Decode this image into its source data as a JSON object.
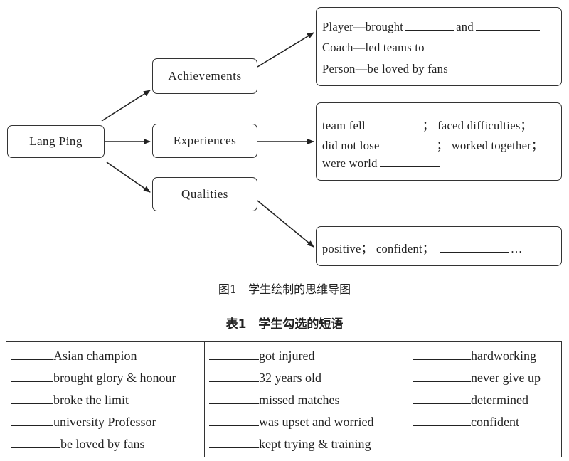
{
  "mind_map": {
    "root": "Lang Ping",
    "branches": [
      {
        "label": "Achievements"
      },
      {
        "label": "Experiences"
      },
      {
        "label": "Qualities"
      }
    ],
    "achievements_details": {
      "line1_a": "Player—brought",
      "line1_b": "and",
      "line2": "Coach—led teams to",
      "line3": "Person—be loved by fans"
    },
    "experiences_details": {
      "line1_a": "team fell",
      "line1_b": "； faced difficulties；",
      "line2_a": "did not lose",
      "line2_b": "； worked together；",
      "line3": "were world"
    },
    "qualities_details": {
      "line1_a": "positive； confident；",
      "line1_b": "…"
    }
  },
  "figure_caption": "图1　学生绘制的思维导图",
  "table_caption": "表1　学生勾选的短语",
  "phrase_table": {
    "col1": [
      "Asian champion",
      "brought glory & honour",
      "broke the limit",
      "university Professor",
      "be loved by fans"
    ],
    "col2": [
      "got injured",
      "32 years old",
      "missed matches",
      "was upset and worried",
      "kept trying & training"
    ],
    "col3": [
      "hardworking",
      "never give up",
      "determined",
      "confident"
    ]
  }
}
